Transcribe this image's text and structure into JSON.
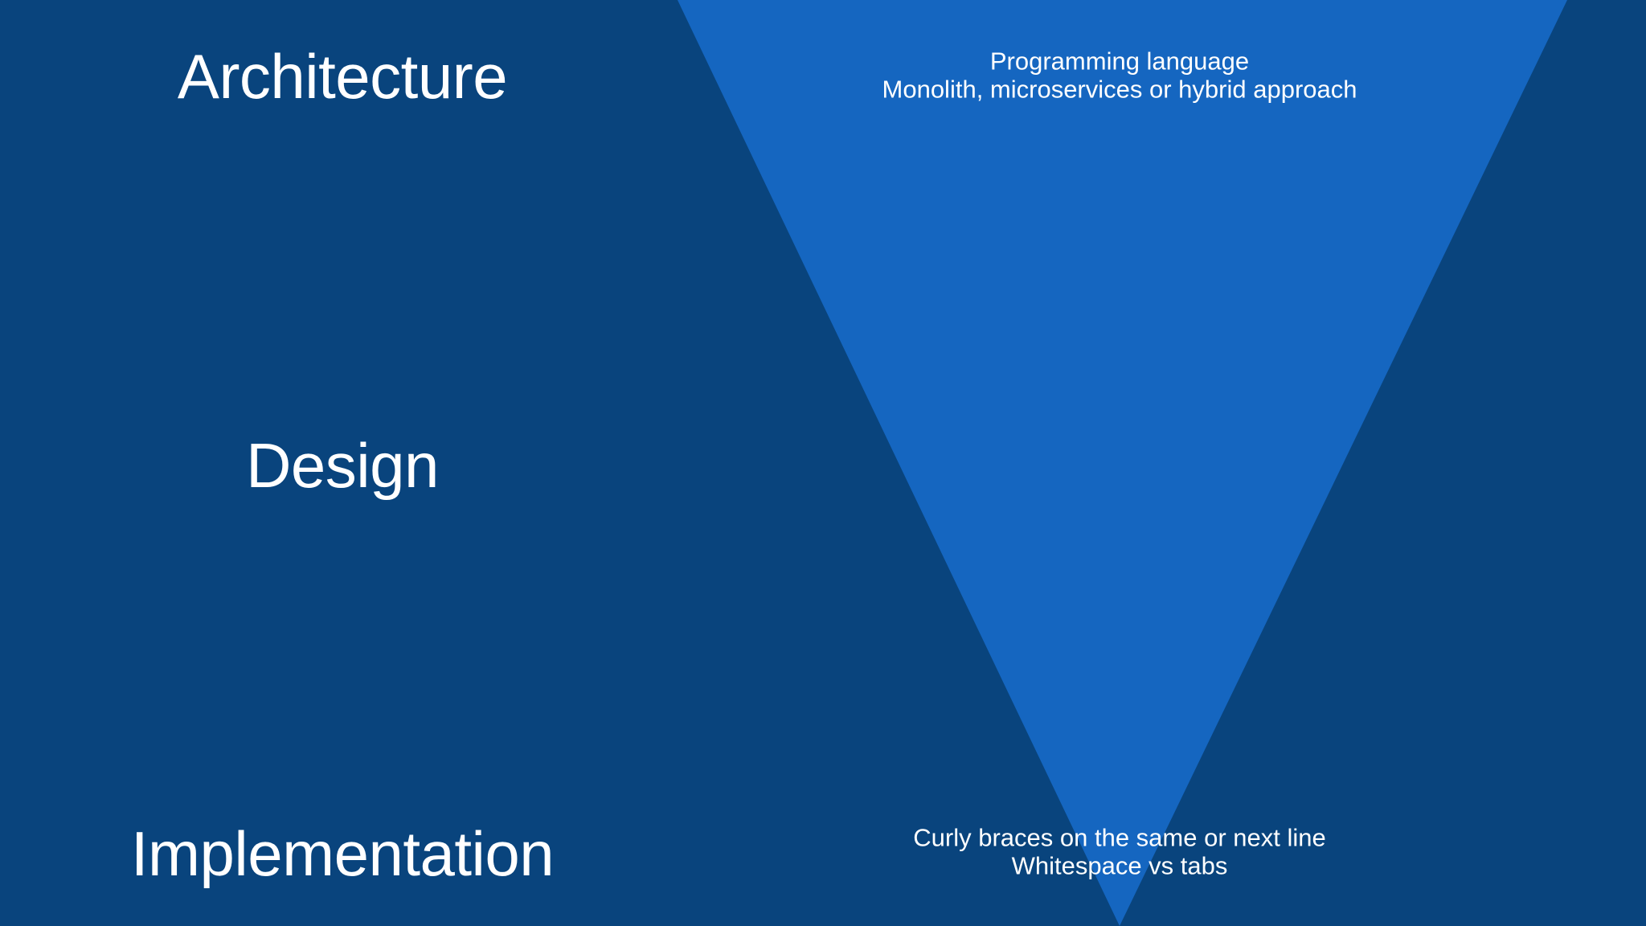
{
  "slide": {
    "background_color": "#09447D",
    "funnel_color": "#1566C0",
    "text_color": "#FFFFFF"
  },
  "stages": [
    {
      "id": "architecture",
      "label": "Architecture",
      "details": [
        "Programming language",
        "Monolith, microservices or hybrid approach"
      ]
    },
    {
      "id": "design",
      "label": "Design",
      "details": []
    },
    {
      "id": "implementation",
      "label": "Implementation",
      "details": [
        "Curly braces on the same or next line",
        "Whitespace vs tabs"
      ]
    }
  ]
}
